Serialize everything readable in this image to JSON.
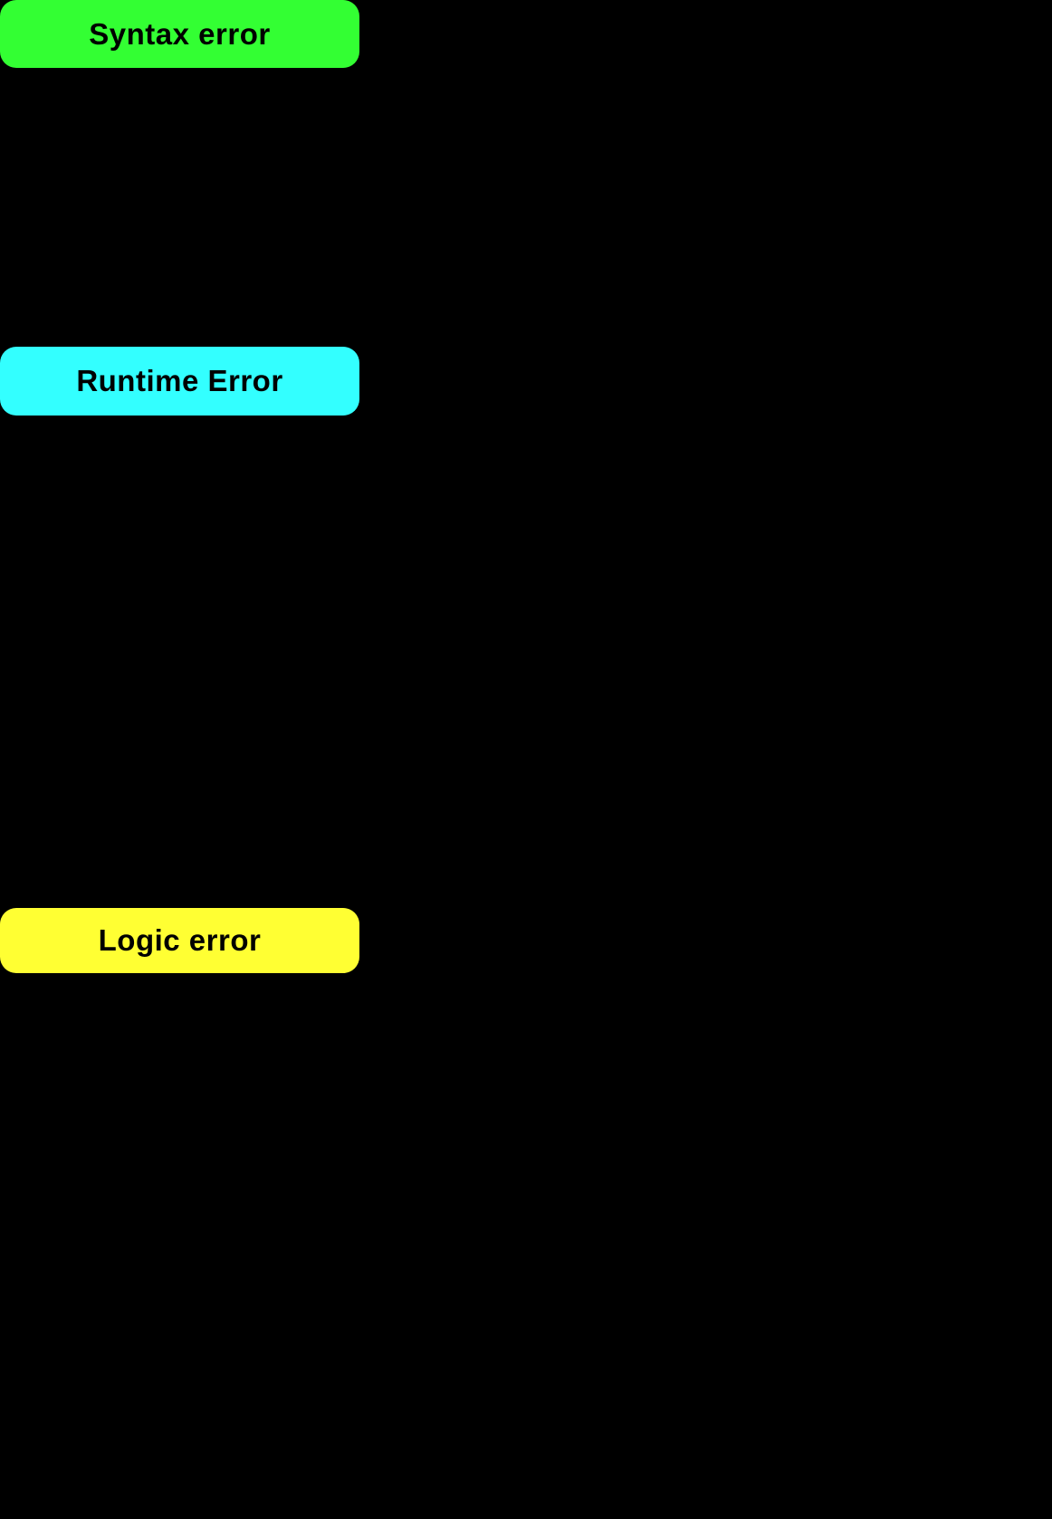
{
  "diagram": {
    "background_color": "#000000",
    "text_color": "#000000",
    "labels": {
      "syntax": {
        "text": "Syntax error",
        "color": "#33ff33"
      },
      "runtime": {
        "text": "Runtime Error",
        "color": "#33ffff"
      },
      "logic": {
        "text": "Logic error",
        "color": "#ffff33"
      }
    }
  }
}
